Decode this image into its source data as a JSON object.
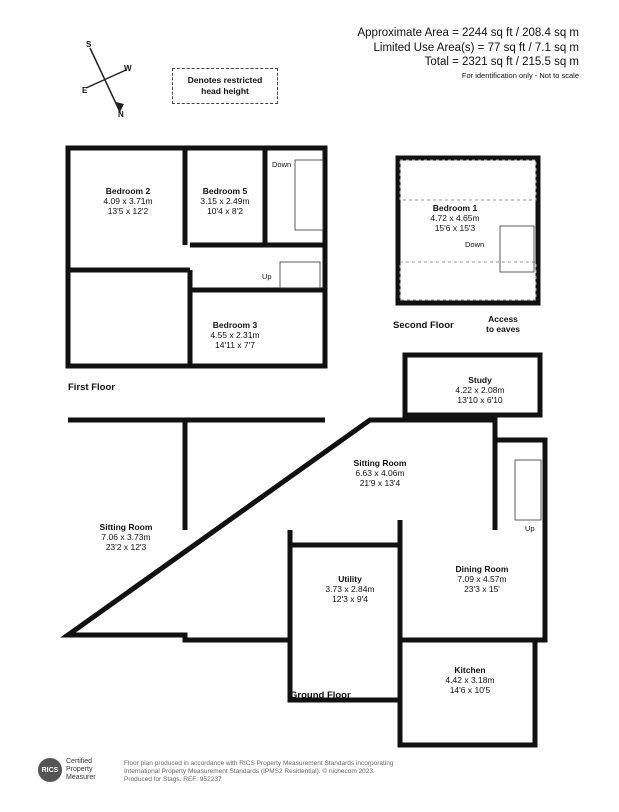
{
  "header": {
    "approx_area": "Approximate Area = 2244 sq ft / 208.4 sq m",
    "limited_use": "Limited Use Area(s) = 77 sq ft / 7.1 sq m",
    "total": "Total = 2321 sq ft / 215.5 sq m",
    "note": "For identification only - Not to scale"
  },
  "compass": {
    "n": "N",
    "s": "S",
    "e": "E",
    "w": "W"
  },
  "legend": {
    "line1": "Denotes restricted",
    "line2": "head height"
  },
  "floors": {
    "first": "First Floor",
    "second": "Second Floor",
    "ground": "Ground Floor"
  },
  "rooms": {
    "bedroom2": {
      "name": "Bedroom 2",
      "metric": "4.09 x 3.71m",
      "imperial": "13'5 x 12'2"
    },
    "bedroom5": {
      "name": "Bedroom 5",
      "metric": "3.15 x 2.49m",
      "imperial": "10'4 x 8'2"
    },
    "bedroom3": {
      "name": "Bedroom 3",
      "metric": "4.55 x 2.31m",
      "imperial": "14'11 x 7'7"
    },
    "bedroom1": {
      "name": "Bedroom 1",
      "metric": "4.72 x 4.65m",
      "imperial": "15'6 x 15'3"
    },
    "study": {
      "name": "Study",
      "metric": "4.22 x 2.08m",
      "imperial": "13'10 x 6'10"
    },
    "sitting_left": {
      "name": "Sitting Room",
      "metric": "7.06 x 3.73m",
      "imperial": "23'2 x 12'3"
    },
    "sitting_center": {
      "name": "Sitting Room",
      "metric": "6.63 x 4.06m",
      "imperial": "21'9 x 13'4"
    },
    "utility": {
      "name": "Utility",
      "metric": "3.73 x 2.84m",
      "imperial": "12'3 x 9'4"
    },
    "dining": {
      "name": "Dining Room",
      "metric": "7.09 x 4.57m",
      "imperial": "23'3 x 15'"
    },
    "kitchen": {
      "name": "Kitchen",
      "metric": "4.42 x 3.18m",
      "imperial": "14'6 x 10'5"
    }
  },
  "tags": {
    "down_first": "Down",
    "up_first": "Up",
    "down_second": "Down",
    "access1": "Access",
    "access2": "to eaves",
    "up_ground": "Up"
  },
  "footer": {
    "badge1": "Certified",
    "badge2": "Property",
    "badge3": "Measurer",
    "seal": "RICS",
    "line1": "Floor plan produced in accordance with RICS Property Measurement Standards incorporating",
    "line2": "International Property Measurement Standards (IPMS2 Residential). © nichecom 2023.",
    "line3": "Produced for Stags.   REF: 952237"
  }
}
